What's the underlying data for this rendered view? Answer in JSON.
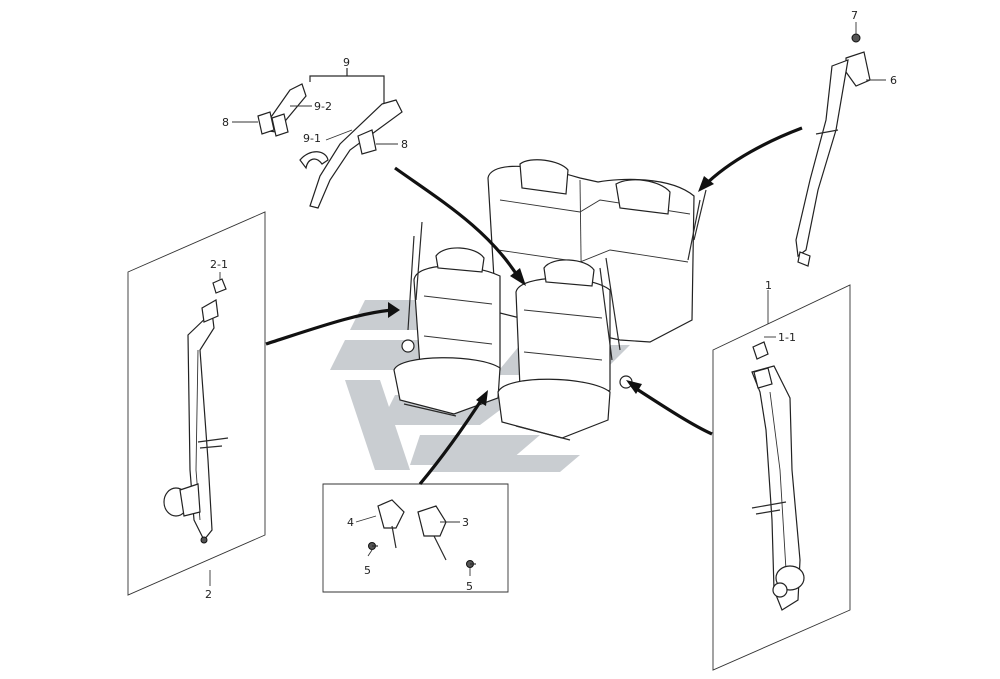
{
  "watermark": {
    "color": "#c9cdd1"
  },
  "callouts": {
    "c1": "1",
    "c1_1": "1-1",
    "c2": "2",
    "c2_1": "2-1",
    "c3": "3",
    "c4": "4",
    "c5a": "5",
    "c5b": "5",
    "c6": "6",
    "c7": "7",
    "c8a": "8",
    "c8b": "8",
    "c9": "9",
    "c9_1": "9-1",
    "c9_2": "9-2"
  }
}
